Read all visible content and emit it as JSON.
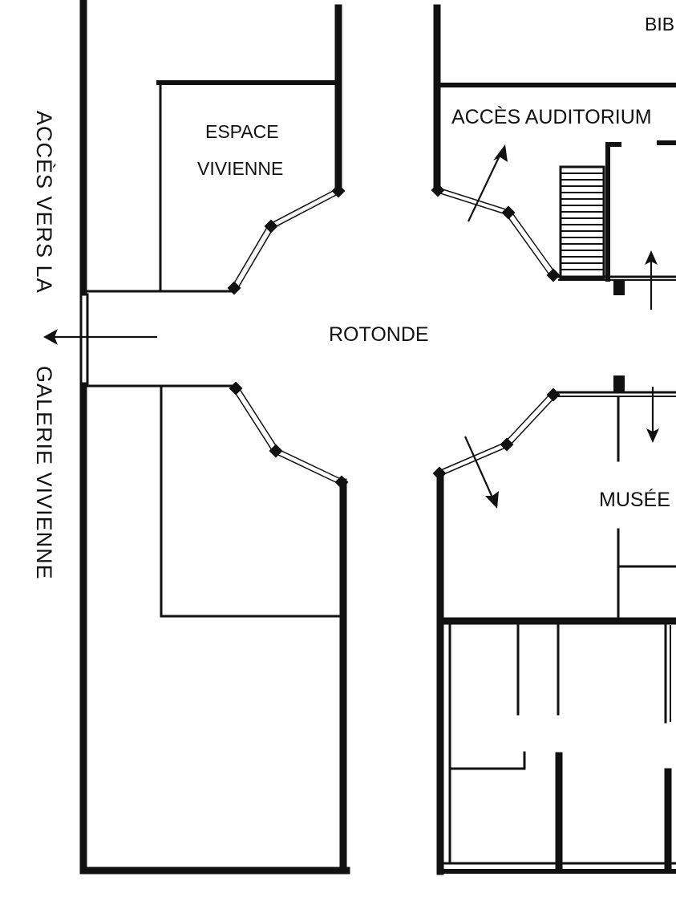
{
  "labels": {
    "rotonde": "ROTONDE",
    "espace_line1": "ESPACE",
    "espace_line2": "VIVIENNE",
    "acces_auditorium": "ACCÈS AUDITORIUM",
    "bib_fragment": "BIB",
    "musee_fragment": "MUSÉE",
    "side_top": "ACCÈS VERS LA",
    "side_bottom": "GALERIE VIVIENNE"
  },
  "colors": {
    "ink": "#111111",
    "paper": "#ffffff"
  }
}
